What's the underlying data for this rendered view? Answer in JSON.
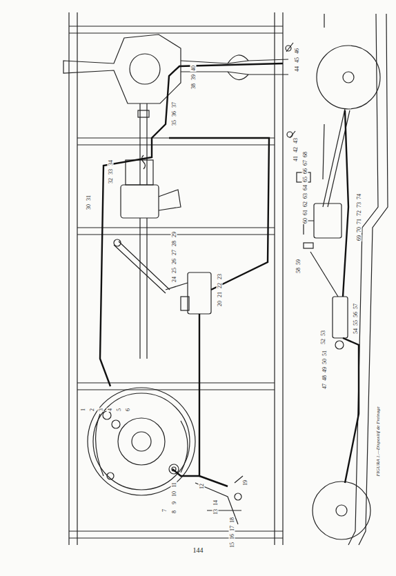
{
  "diagram": {
    "caption": "FIGURA 1.—Dispositif de Freinage",
    "labels": [
      "1",
      "2",
      "3",
      "4",
      "5",
      "6",
      "7",
      "8",
      "9",
      "10",
      "11",
      "12",
      "13",
      "14",
      "15",
      "16",
      "17",
      "18",
      "19",
      "20",
      "21",
      "22",
      "23",
      "24",
      "25",
      "26",
      "27",
      "28",
      "29",
      "30",
      "31",
      "32",
      "33",
      "34",
      "35",
      "36",
      "37",
      "38",
      "39",
      "40",
      "41",
      "42",
      "43",
      "44",
      "45",
      "46",
      "47",
      "48",
      "49",
      "50",
      "51",
      "52",
      "53",
      "54",
      "55",
      "56",
      "57",
      "58",
      "59",
      "60",
      "61",
      "62",
      "63",
      "64",
      "65",
      "66",
      "67",
      "68",
      "69",
      "70",
      "71",
      "72",
      "73",
      "74",
      "144"
    ]
  }
}
